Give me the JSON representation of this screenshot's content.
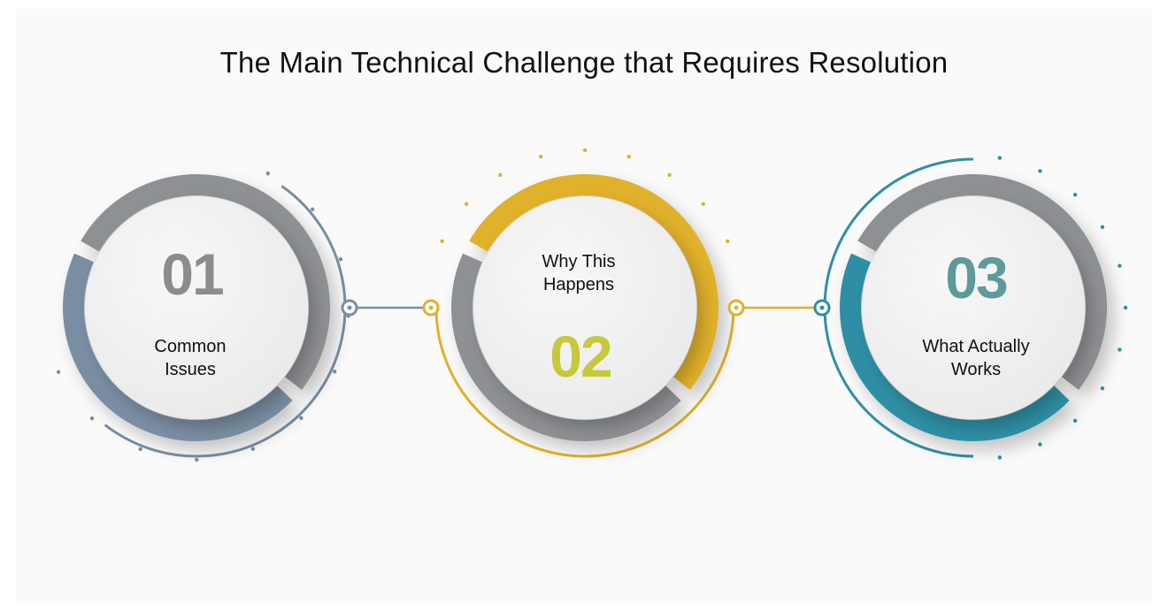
{
  "title": "The Main Technical Challenge that Requires Resolution",
  "steps": [
    {
      "number": "01",
      "label_line1": "Common",
      "label_line2": "Issues",
      "color": "#7a8ea3",
      "number_color": "#8c8c8c"
    },
    {
      "number": "02",
      "label_line1": "Why This",
      "label_line2": "Happens",
      "color": "#e0b12a",
      "number_color": "#c5c93a"
    },
    {
      "number": "03",
      "label_line1": "What Actually",
      "label_line2": "Works",
      "color": "#2f8fa4",
      "number_color": "#5f9a9a"
    }
  ]
}
